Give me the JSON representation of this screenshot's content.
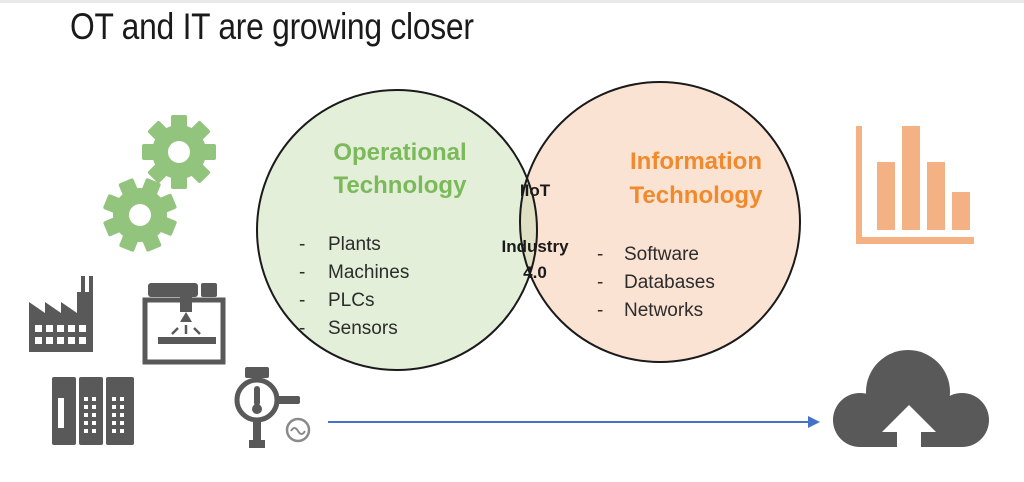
{
  "title": "OT and IT are growing closer",
  "ot": {
    "heading_line1": "Operational",
    "heading_line2": "Technology",
    "items": [
      "Plants",
      "Machines",
      "PLCs",
      "Sensors"
    ]
  },
  "it": {
    "heading_line1": "Information",
    "heading_line2": "Technology",
    "items": [
      "Software",
      "Databases",
      "Networks"
    ]
  },
  "overlap": {
    "line1": "IIoT",
    "line2": "Industry",
    "line3": "4.0"
  },
  "bullet": "-",
  "colors": {
    "ot_fill": "#e3efd9",
    "it_fill": "#fbe3d3",
    "overlap_fill": "#dfe0c4",
    "ot_heading": "#7cb95b",
    "it_heading": "#f08a2c",
    "gear": "#93c47d",
    "chart_icon": "#f4b183",
    "industrial_icons": "#595959",
    "arrow": "#4472c4"
  },
  "icons": {
    "gears": "gears-icon",
    "factory": "factory-icon",
    "cnc_machine": "cnc-machine-icon",
    "plc": "plc-icon",
    "sensor": "sensor-icon",
    "bar_chart": "bar-chart-icon",
    "cloud_upload": "cloud-upload-icon"
  }
}
